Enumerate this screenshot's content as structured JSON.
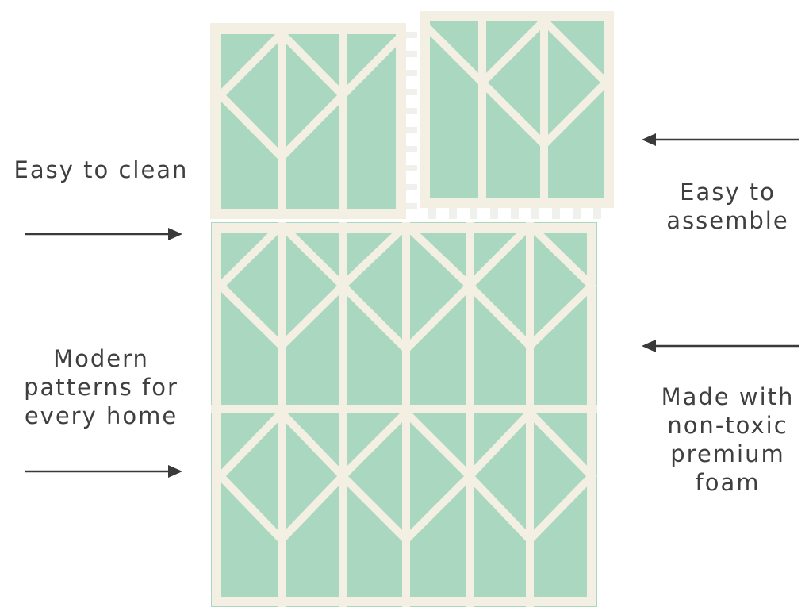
{
  "colors": {
    "mat_fill": "#a9d7c0",
    "mat_lines": "#f3efe3",
    "text": "#3f3f3f",
    "arrow": "#3a3a3a"
  },
  "features": {
    "easy_clean": {
      "lines": [
        "Easy to clean"
      ]
    },
    "modern_patterns": {
      "lines": [
        "Modern",
        "patterns for",
        "every home"
      ]
    },
    "easy_assemble": {
      "lines": [
        "Easy to",
        "assemble"
      ]
    },
    "non_toxic": {
      "lines": [
        "Made with",
        "non-toxic",
        "premium",
        "foam"
      ]
    }
  },
  "arrows": [
    {
      "name": "arrow-right-icon",
      "direction": "right"
    },
    {
      "name": "arrow-right-icon",
      "direction": "right"
    },
    {
      "name": "arrow-left-icon",
      "direction": "left"
    },
    {
      "name": "arrow-left-icon",
      "direction": "left"
    }
  ]
}
